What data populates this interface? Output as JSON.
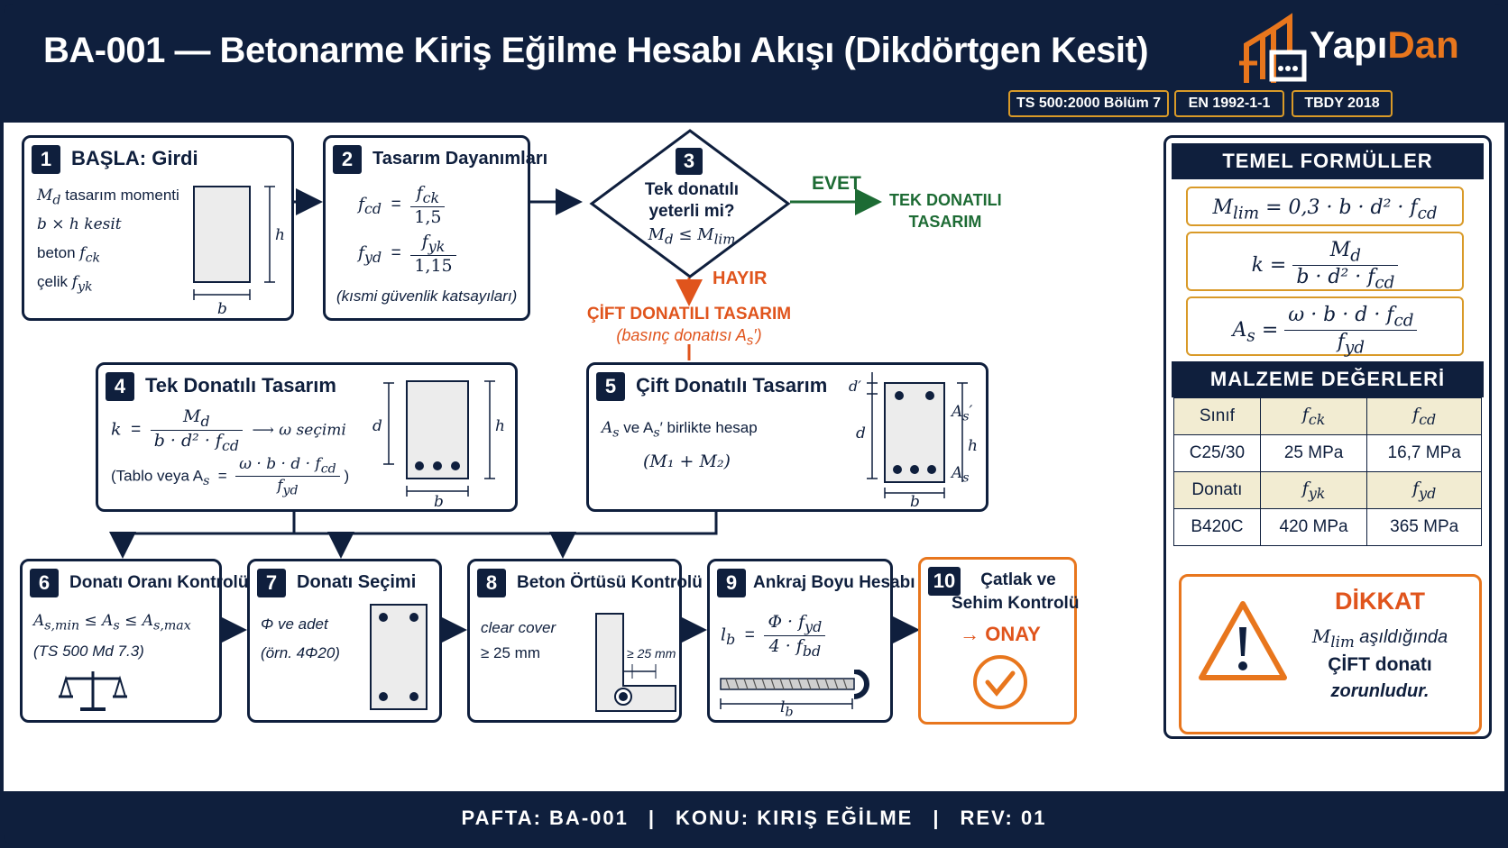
{
  "header": {
    "title": "BA-001 — Betonarme Kiriş Eğilme Hesabı Akışı (Dikdörtgen Kesit)",
    "brand_a": "Yapı",
    "brand_b": "Dan",
    "badges": [
      "TS 500:2000 Bölüm 7",
      "EN 1992-1-1",
      "TBDY 2018"
    ]
  },
  "steps": {
    "s1": {
      "num": "1",
      "title": "BAŞLA: Girdi",
      "l1_sym": "M",
      "l1_sub": "d",
      "l1_txt": " tasarım momenti",
      "l2": "b × h kesit",
      "l3_txt": "beton ",
      "l3_sym": "f",
      "l3_sub": "ck",
      "l4_txt": "çelik ",
      "l4_sym": "f",
      "l4_sub": "yk",
      "dim_h": "h",
      "dim_b": "b"
    },
    "s2": {
      "num": "2",
      "title": "Tasarım Dayanımları",
      "f1_lhs": "f",
      "f1_lhs_sub": "cd",
      "f1_num": "f",
      "f1_num_sub": "ck",
      "f1_den": "1,5",
      "f2_lhs": "f",
      "f2_lhs_sub": "yd",
      "f2_num": "f",
      "f2_num_sub": "yk",
      "f2_den": "1,15",
      "note": "(kısmi güvenlik katsayıları)"
    },
    "s3": {
      "num": "3",
      "q1": "Tek donatılı",
      "q2": "yeterli mi?",
      "cond": "M",
      "cond_sub": "d",
      "cond_op": " ≤ M",
      "cond_sub2": "lim",
      "yes": "EVET",
      "yes_target_1": "TEK DONATILI",
      "yes_target_2": "TASARIM",
      "no": "HAYIR",
      "no_target": "ÇİFT DONATILI TASARIM",
      "no_note": "(basınç donatısı A",
      "no_note_sub": "s",
      "no_note_end": "′)"
    },
    "s4": {
      "num": "4",
      "title": "Tek Donatılı Tasarım",
      "k_lhs": "k",
      "k_num": "M",
      "k_num_sub": "d",
      "k_den": "b · d² · f",
      "k_den_sub": "cd",
      "arrow_txt": "⟶  ω seçimi",
      "tab_txt": "(Tablo veya  A",
      "tab_sub": "s",
      "as_num": "ω · b · d · f",
      "as_num_sub": "cd",
      "as_den": "f",
      "as_den_sub": "yd",
      "close": ")",
      "dim_d": "d",
      "dim_h": "h",
      "dim_b": "b"
    },
    "s5": {
      "num": "5",
      "title": "Çift Donatılı Tasarım",
      "l1a": "A",
      "l1a_sub": "s",
      "l1_mid": " ve A",
      "l1b_sub": "s",
      "l1_end": "′ birlikte hesap",
      "l2": "(M₁ + M₂)",
      "dim_dp": "d′",
      "dim_d": "d",
      "dim_b": "b",
      "lbl_asp": "A",
      "lbl_asp_sub": "s",
      "lbl_asp_end": "′",
      "lbl_h": "h",
      "lbl_as": "A",
      "lbl_as_sub": "s"
    },
    "s6": {
      "num": "6",
      "title": "Donatı Oranı Kontrolü",
      "ineq": "A",
      "ineq_sub1": "s,min",
      "ineq_mid": " ≤ A",
      "ineq_sub2": "s",
      "ineq_mid2": " ≤ A",
      "ineq_sub3": "s,max",
      "ref": "(TS 500 Md 7.3)"
    },
    "s7": {
      "num": "7",
      "title": "Donatı Seçimi",
      "l1": "Φ ve adet",
      "l2": "(örn. 4Φ20)"
    },
    "s8": {
      "num": "8",
      "title": "Beton Örtüsü Kontrolü",
      "l1": "clear cover",
      "l2": "≥ 25 mm",
      "dim": "≥ 25 mm"
    },
    "s9": {
      "num": "9",
      "title": "Ankraj Boyu Hesabı",
      "lhs": "l",
      "lhs_sub": "b",
      "num_t": "Φ · f",
      "num_sub": "yd",
      "den_t": "4 · f",
      "den_sub": "bd",
      "dim": "l",
      "dim_sub": "b"
    },
    "s10": {
      "num": "10",
      "t1": "Çatlak ve",
      "t2": "Sehim Kontrolü",
      "ok": "→ ONAY"
    }
  },
  "formulas": {
    "head": "TEMEL FORMÜLLER",
    "f1_lhs": "M",
    "f1_lhs_sub": "lim",
    "f1_rhs": " = 0,3 · b · d² · f",
    "f1_rhs_sub": "cd",
    "f2_lhs": "k  =",
    "f2_num": "M",
    "f2_num_sub": "d",
    "f2_den": "b · d² · f",
    "f2_den_sub": "cd",
    "f3_lhs": "A",
    "f3_lhs_sub": "s",
    "f3_eq": " =",
    "f3_num": "ω · b · d · f",
    "f3_num_sub": "cd",
    "f3_den": "f",
    "f3_den_sub": "yd"
  },
  "materials": {
    "head": "MALZEME DEĞERLERİ",
    "r1": [
      "Sınıf",
      "f",
      "ck",
      "f",
      "cd"
    ],
    "r2": [
      "C25/30",
      "25 MPa",
      "16,7 MPa"
    ],
    "r3": [
      "Donatı",
      "f",
      "yk",
      "f",
      "yd"
    ],
    "r4": [
      "B420C",
      "420 MPa",
      "365 MPa"
    ]
  },
  "warning": {
    "head": "DİKKAT",
    "l1_sym": "M",
    "l1_sub": "lim",
    "l1_txt": " aşıldığında",
    "l2": "ÇİFT donatı",
    "l3": "zorunludur."
  },
  "footer": {
    "a": "PAFTA:  BA-001",
    "b": "KONU:  KIRIŞ EĞİLME",
    "c": "REV: 01"
  },
  "colors": {
    "navy": "#0f1f3d",
    "orange": "#e8761d",
    "gold": "#d99a28",
    "green": "#1d6b34"
  }
}
